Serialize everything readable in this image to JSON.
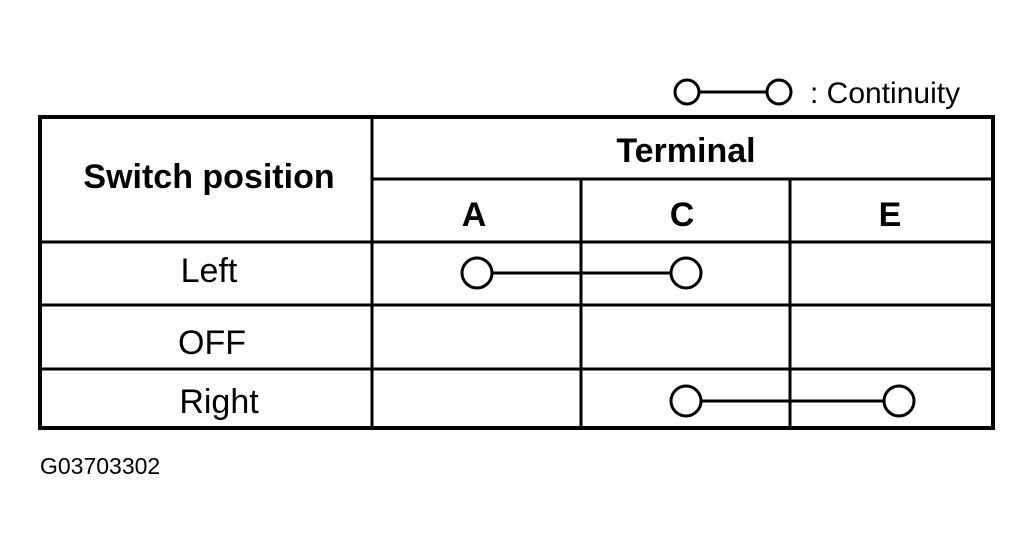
{
  "legend": {
    "label": ": Continuity"
  },
  "table": {
    "row_header": "Switch position",
    "group_header": "Terminal",
    "terminals": [
      "A",
      "C",
      "E"
    ],
    "rows": [
      {
        "position": "Left",
        "connected": [
          "A",
          "C"
        ]
      },
      {
        "position": "OFF",
        "connected": []
      },
      {
        "position": "Right",
        "connected": [
          "C",
          "E"
        ]
      }
    ]
  },
  "figure_id": "G03703302"
}
